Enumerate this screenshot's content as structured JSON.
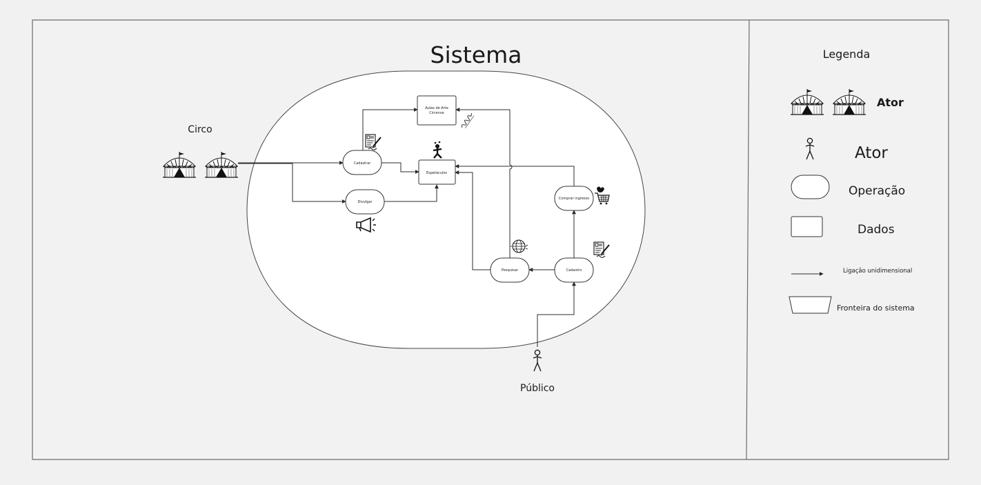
{
  "diagram": {
    "title": "Sistema",
    "actors": {
      "circo": "Circo",
      "publico": "Público"
    },
    "operations": {
      "cadastrar": "Cadastrar",
      "divulgar": "Divulgar",
      "comprar_ingresso": "Comprar ingresso",
      "pesquisar": "Pesquisar",
      "cadastro": "Cadastro"
    },
    "data_stores": {
      "aulas_line1": "Aulas de Arte",
      "aulas_line2": "Circense",
      "espetaculos": "Espetáculos"
    }
  },
  "legend": {
    "title": "Legenda",
    "items": {
      "circus_actor": "Ator",
      "person_actor": "Ator",
      "operation": "Operação",
      "data": "Dados",
      "link": "Ligação unidimensional",
      "boundary": "Fronteira do sistema"
    }
  },
  "icons": [
    "circus-tent-icon",
    "stick-figure-icon",
    "form-pencil-icon",
    "juggler-icon",
    "megaphone-icon",
    "shopping-cart-icon",
    "globe-icon",
    "signature-icon"
  ],
  "colors": {
    "background": "#f1f1f1",
    "frame": "#6b6b6b",
    "stroke": "#2b2b2b",
    "fill": "#ffffff"
  }
}
